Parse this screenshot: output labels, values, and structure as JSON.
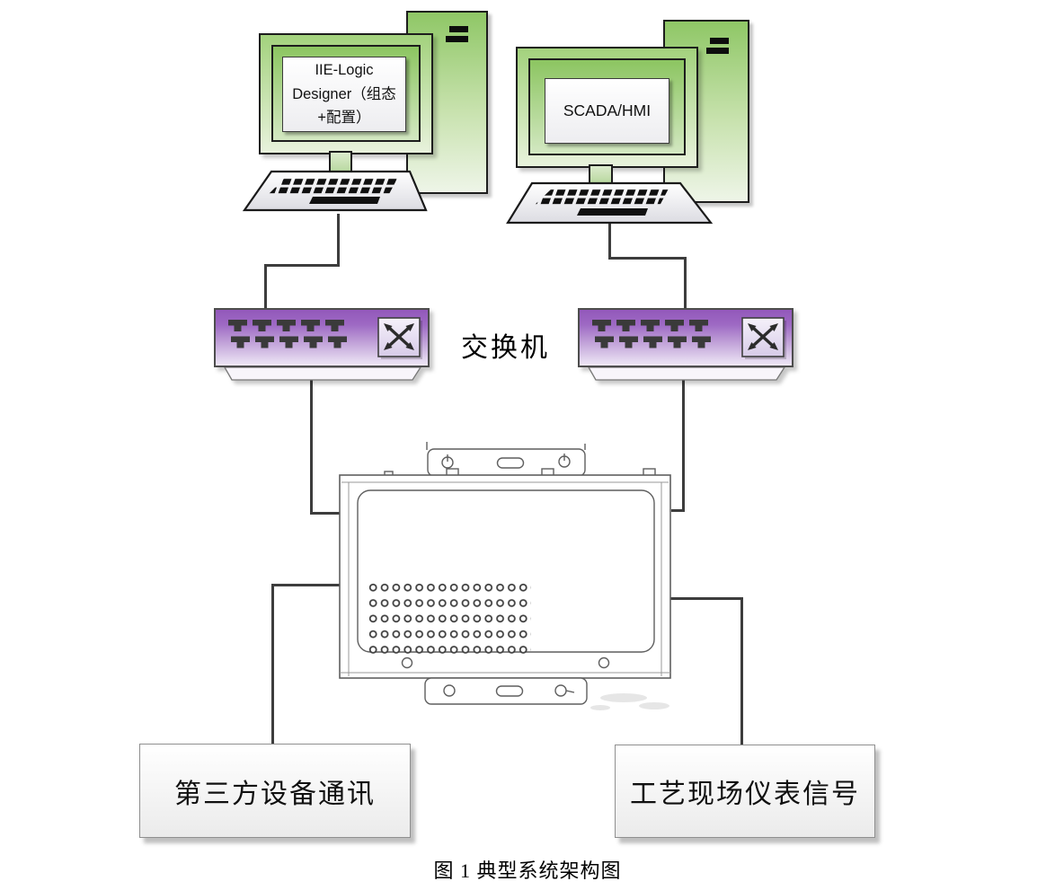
{
  "diagram": {
    "caption": "图 1 典型系统架构图",
    "switch_label": "交换机",
    "workstations": {
      "left_screen": "IIE-Logic Designer（组态+配置）",
      "right_screen": "SCADA/HMI"
    },
    "endpoints": {
      "left": "第三方设备通讯",
      "right": "工艺现场仪表信号"
    },
    "colors": {
      "workstation_green": "#8fc766",
      "switch_purple_top": "#9659bd",
      "switch_purple_bottom": "#f0ebf7",
      "wire": "#3d3d3d"
    }
  }
}
